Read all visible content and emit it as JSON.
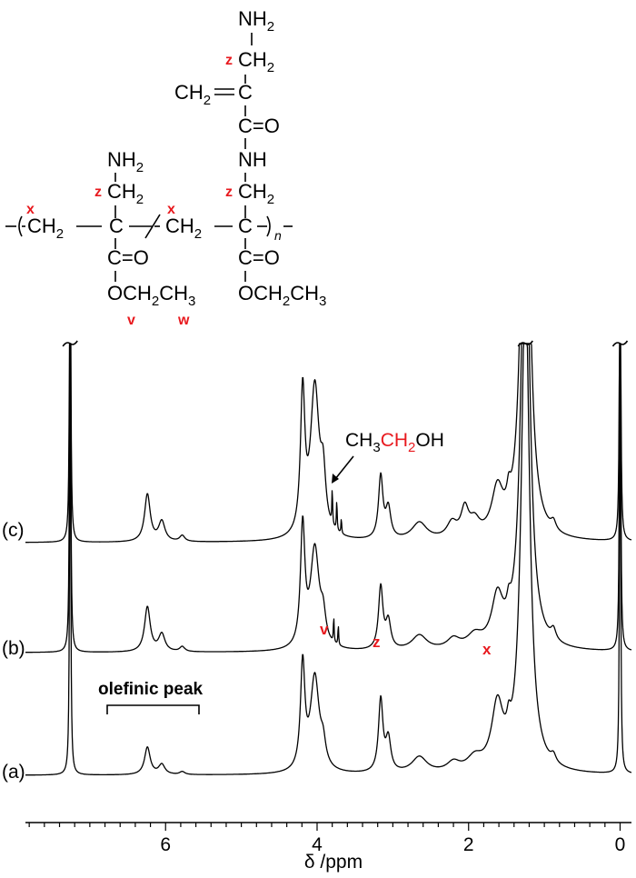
{
  "structure": {
    "top_unit": {
      "nh2": "NH",
      "nh2_sub": "2",
      "ch2_label": "z",
      "ch2": "CH",
      "ch2_sub": "2",
      "vinyl_ch2": "CH",
      "vinyl_ch2_sub": "2",
      "vinyl_c": "C",
      "carbonyl": "C=O",
      "nh": "NH"
    },
    "left_unit": {
      "nh2": "NH",
      "nh2_sub": "2",
      "ch2_label": "z",
      "ch2": "CH",
      "ch2_sub": "2",
      "x_label": "x",
      "main_ch2": "CH",
      "main_ch2_sub": "2",
      "main_c": "C",
      "carbonyl": "C=O",
      "ester_o": "OCH",
      "ester_sub": "2",
      "ester_ch3": "CH",
      "ester_ch3_sub": "3",
      "v_label": "v",
      "w_label": "w"
    },
    "right_unit": {
      "x_label": "x",
      "main_ch2": "CH",
      "main_ch2_sub": "2",
      "ch2_label": "z",
      "ch2": "CH",
      "ch2_sub": "2",
      "main_c": "C",
      "subscript_n": "n",
      "carbonyl": "C=O",
      "ester_o": "OCH",
      "ester_sub": "2",
      "ester_ch3": "CH",
      "ester_ch3_sub": "3"
    }
  },
  "chart_data": {
    "type": "line",
    "xlabel": "δ /ppm",
    "x_ticks": [
      6,
      4,
      2,
      0
    ],
    "xlim": [
      7.85,
      -0.15
    ],
    "x_reversed": true,
    "grid": false,
    "series": [
      {
        "label": "(a)",
        "peaks": [
          {
            "ppm": 7.26,
            "height": 9.9,
            "width": 0.008
          },
          {
            "ppm": 6.24,
            "height": 0.55,
            "width": 0.045
          },
          {
            "ppm": 6.05,
            "height": 0.2,
            "width": 0.05
          },
          {
            "ppm": 5.78,
            "height": 0.06,
            "width": 0.04
          },
          {
            "ppm": 4.19,
            "height": 2.1,
            "width": 0.035
          },
          {
            "ppm": 4.03,
            "height": 1.9,
            "width": 0.07
          },
          {
            "ppm": 3.92,
            "height": 0.4,
            "width": 0.04
          },
          {
            "ppm": 3.16,
            "height": 1.45,
            "width": 0.035
          },
          {
            "ppm": 3.06,
            "height": 0.65,
            "width": 0.04
          },
          {
            "ppm": 2.65,
            "height": 0.32,
            "width": 0.12
          },
          {
            "ppm": 2.2,
            "height": 0.18,
            "width": 0.1
          },
          {
            "ppm": 1.92,
            "height": 0.25,
            "width": 0.12
          },
          {
            "ppm": 1.62,
            "height": 1.25,
            "width": 0.09
          },
          {
            "ppm": 1.47,
            "height": 0.35,
            "width": 0.03
          },
          {
            "ppm": 1.25,
            "height": 9.9,
            "width": 0.065
          },
          {
            "ppm": 0.88,
            "height": 0.16,
            "width": 0.04
          },
          {
            "ppm": 0.0,
            "height": 9.9,
            "width": 0.008
          }
        ]
      },
      {
        "label": "(b)",
        "peaks": [
          {
            "ppm": 7.26,
            "height": 9.9,
            "width": 0.008
          },
          {
            "ppm": 6.24,
            "height": 0.9,
            "width": 0.045
          },
          {
            "ppm": 6.05,
            "height": 0.35,
            "width": 0.05
          },
          {
            "ppm": 5.78,
            "height": 0.1,
            "width": 0.04
          },
          {
            "ppm": 4.19,
            "height": 2.4,
            "width": 0.035
          },
          {
            "ppm": 4.03,
            "height": 2.0,
            "width": 0.07
          },
          {
            "ppm": 3.92,
            "height": 0.5,
            "width": 0.04
          },
          {
            "ppm": 3.78,
            "height": 0.5,
            "width": 0.006
          },
          {
            "ppm": 3.72,
            "height": 0.4,
            "width": 0.006
          },
          {
            "ppm": 3.16,
            "height": 1.25,
            "width": 0.035
          },
          {
            "ppm": 3.06,
            "height": 0.55,
            "width": 0.04
          },
          {
            "ppm": 2.65,
            "height": 0.3,
            "width": 0.12
          },
          {
            "ppm": 2.2,
            "height": 0.2,
            "width": 0.1
          },
          {
            "ppm": 1.92,
            "height": 0.25,
            "width": 0.12
          },
          {
            "ppm": 1.62,
            "height": 0.95,
            "width": 0.09
          },
          {
            "ppm": 1.47,
            "height": 0.3,
            "width": 0.03
          },
          {
            "ppm": 1.25,
            "height": 9.9,
            "width": 0.065
          },
          {
            "ppm": 0.88,
            "height": 0.22,
            "width": 0.04
          },
          {
            "ppm": 0.0,
            "height": 9.9,
            "width": 0.008
          }
        ]
      },
      {
        "label": "(c)",
        "peaks": [
          {
            "ppm": 7.26,
            "height": 9.9,
            "width": 0.008
          },
          {
            "ppm": 6.24,
            "height": 0.95,
            "width": 0.045
          },
          {
            "ppm": 6.05,
            "height": 0.4,
            "width": 0.05
          },
          {
            "ppm": 5.78,
            "height": 0.12,
            "width": 0.04
          },
          {
            "ppm": 4.19,
            "height": 2.8,
            "width": 0.035
          },
          {
            "ppm": 4.03,
            "height": 3.0,
            "width": 0.07
          },
          {
            "ppm": 3.92,
            "height": 1.0,
            "width": 0.04
          },
          {
            "ppm": 3.8,
            "height": 0.7,
            "width": 0.006
          },
          {
            "ppm": 3.74,
            "height": 0.6,
            "width": 0.006
          },
          {
            "ppm": 3.68,
            "height": 0.3,
            "width": 0.006
          },
          {
            "ppm": 3.16,
            "height": 1.25,
            "width": 0.035
          },
          {
            "ppm": 3.06,
            "height": 0.6,
            "width": 0.04
          },
          {
            "ppm": 2.65,
            "height": 0.35,
            "width": 0.12
          },
          {
            "ppm": 2.22,
            "height": 0.3,
            "width": 0.08
          },
          {
            "ppm": 2.05,
            "height": 0.55,
            "width": 0.06
          },
          {
            "ppm": 1.92,
            "height": 0.3,
            "width": 0.08
          },
          {
            "ppm": 1.62,
            "height": 0.9,
            "width": 0.09
          },
          {
            "ppm": 1.47,
            "height": 0.35,
            "width": 0.03
          },
          {
            "ppm": 1.25,
            "height": 9.9,
            "width": 0.065
          },
          {
            "ppm": 0.88,
            "height": 0.18,
            "width": 0.04
          },
          {
            "ppm": 0.0,
            "height": 9.9,
            "width": 0.008
          }
        ]
      }
    ],
    "annotations": {
      "v": "v",
      "z": "z",
      "x": "x",
      "olefinic": "olefinic peak",
      "ethanol_prefix": "CH",
      "ethanol_sub1": "3",
      "ethanol_red": "CH",
      "ethanol_sub2": "2",
      "ethanol_suffix": "OH"
    },
    "colors": {
      "annotation": "#e8191e",
      "trace": "#000000"
    }
  }
}
